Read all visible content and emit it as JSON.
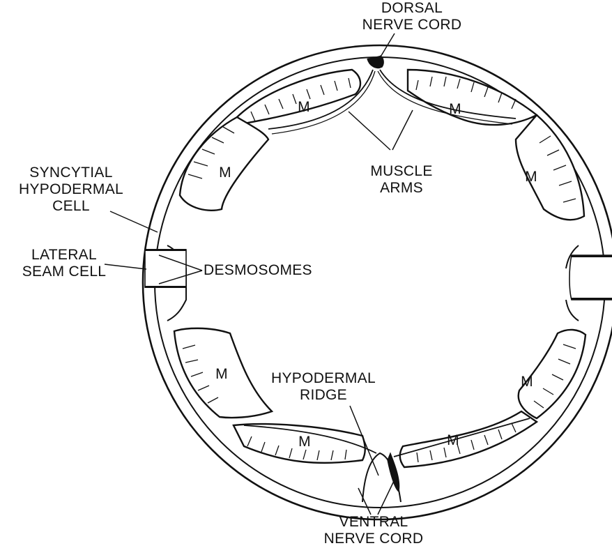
{
  "labels": {
    "dorsal_nerve_cord": [
      "DORSAL",
      "NERVE CORD"
    ],
    "syncytial_hypodermal_cell": [
      "SYNCYTIAL",
      "HYPODERMAL",
      "CELL"
    ],
    "lateral_seam_cell": [
      "LATERAL",
      "SEAM CELL"
    ],
    "desmosomes": "DESMOSOMES",
    "muscle_arms": [
      "MUSCLE",
      "ARMS"
    ],
    "hypodermal_ridge": [
      "HYPODERMAL",
      "RIDGE"
    ],
    "ventral_nerve_cord": [
      "VENTRAL",
      "NERVE CORD"
    ],
    "muscle_marker": "M"
  },
  "colors": {
    "ink": "#111111",
    "paper": "#ffffff"
  }
}
